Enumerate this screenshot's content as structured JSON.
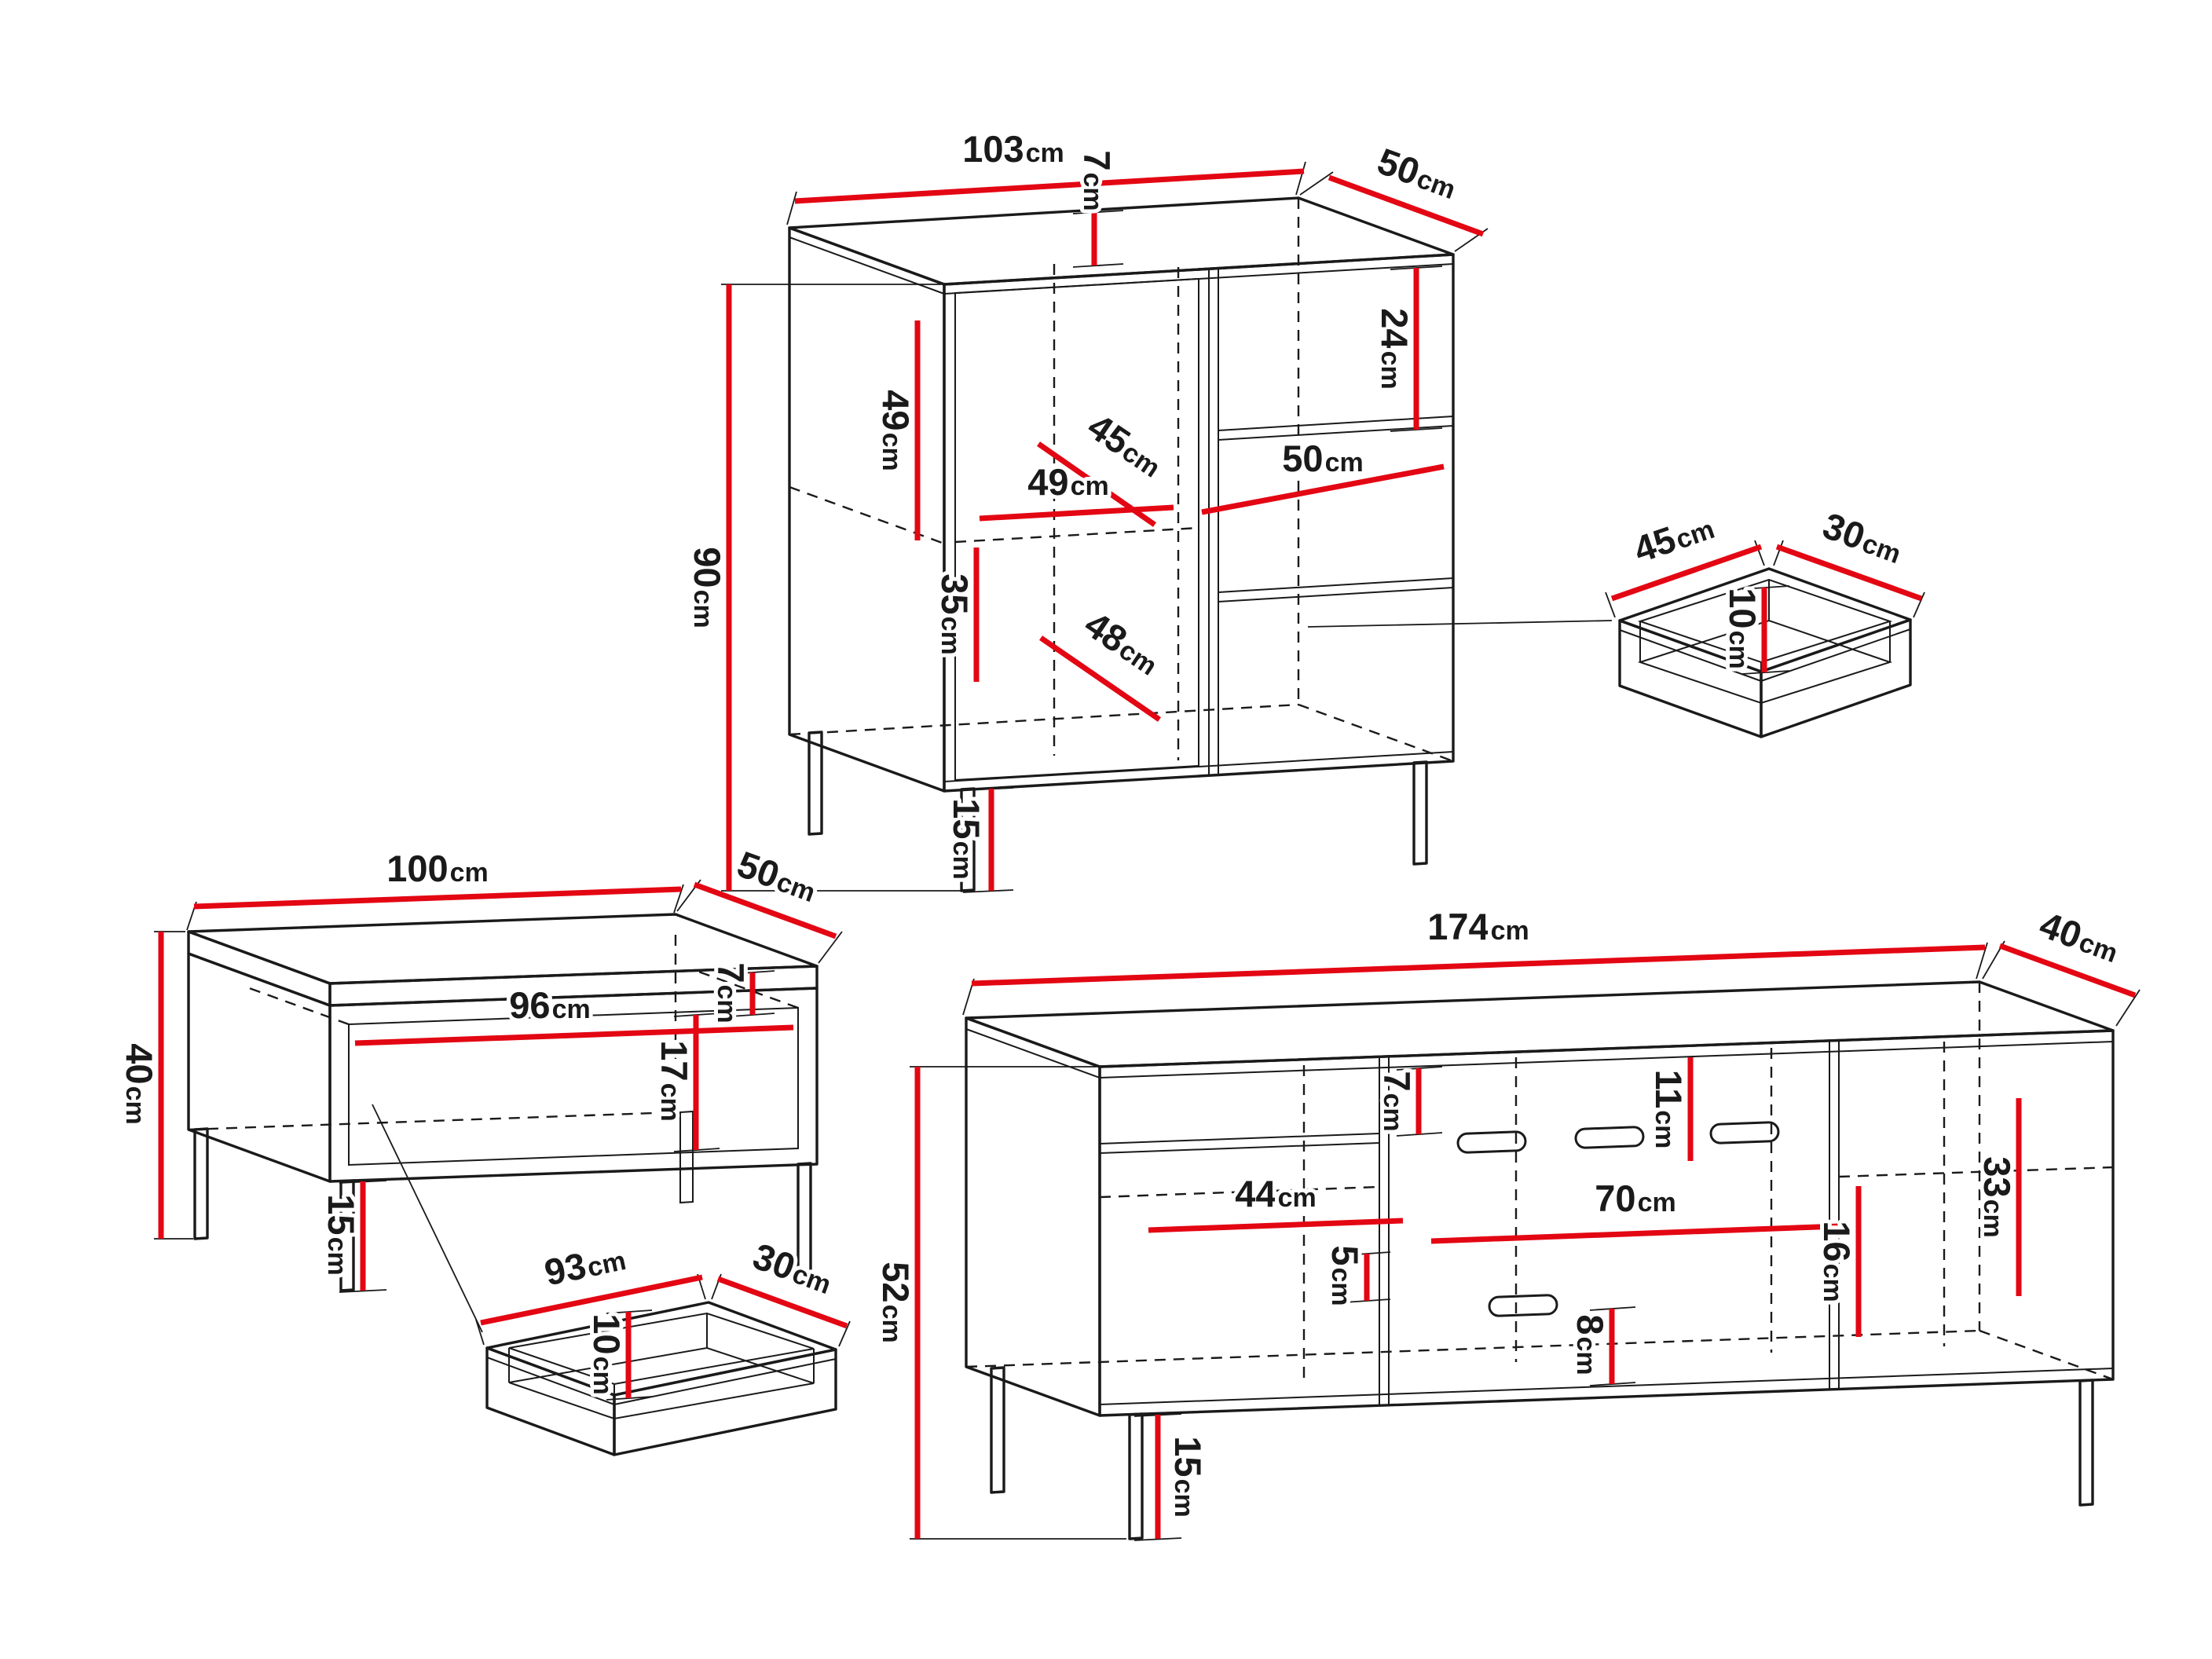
{
  "canvas": {
    "background": "#ffffff"
  },
  "colors": {
    "dimension_line": "#e30613",
    "outline": "#1a1a1a"
  },
  "pieces": {
    "sideboard": {
      "dims": {
        "width": {
          "v": "103",
          "u": "cm"
        },
        "depth": {
          "v": "50",
          "u": "cm"
        },
        "height": {
          "v": "90",
          "u": "cm"
        },
        "top_rail": {
          "v": "7",
          "u": "cm"
        },
        "upper_inner_height": {
          "v": "49",
          "u": "cm"
        },
        "drawer_front_height": {
          "v": "24",
          "u": "cm"
        },
        "upper_inner_depth": {
          "v": "45",
          "u": "cm"
        },
        "door_inner_width": {
          "v": "49",
          "u": "cm"
        },
        "drawer_inner_width": {
          "v": "50",
          "u": "cm"
        },
        "lower_inner_height": {
          "v": "35",
          "u": "cm"
        },
        "lower_inner_depth": {
          "v": "48",
          "u": "cm"
        },
        "leg_height": {
          "v": "15",
          "u": "cm"
        }
      }
    },
    "small_drawer": {
      "dims": {
        "width": {
          "v": "45",
          "u": "cm"
        },
        "depth": {
          "v": "30",
          "u": "cm"
        },
        "inner_height": {
          "v": "10",
          "u": "cm"
        }
      }
    },
    "coffee_table": {
      "dims": {
        "width": {
          "v": "100",
          "u": "cm"
        },
        "depth": {
          "v": "50",
          "u": "cm"
        },
        "height": {
          "v": "40",
          "u": "cm"
        },
        "inner_width": {
          "v": "96",
          "u": "cm"
        },
        "top_rail": {
          "v": "7",
          "u": "cm"
        },
        "shelf_inner_height": {
          "v": "17",
          "u": "cm"
        },
        "leg_height": {
          "v": "15",
          "u": "cm"
        }
      }
    },
    "large_drawer": {
      "dims": {
        "width": {
          "v": "93",
          "u": "cm"
        },
        "depth": {
          "v": "30",
          "u": "cm"
        },
        "inner_height": {
          "v": "10",
          "u": "cm"
        }
      }
    },
    "tv_stand": {
      "dims": {
        "width": {
          "v": "174",
          "u": "cm"
        },
        "depth": {
          "v": "40",
          "u": "cm"
        },
        "height": {
          "v": "52",
          "u": "cm"
        },
        "left_inner_width": {
          "v": "44",
          "u": "cm"
        },
        "top_gap": {
          "v": "7",
          "u": "cm"
        },
        "niche_width": {
          "v": "70",
          "u": "cm"
        },
        "niche_top_gap": {
          "v": "11",
          "u": "cm"
        },
        "bottom_gap": {
          "v": "5",
          "u": "cm"
        },
        "niche_height": {
          "v": "16",
          "u": "cm"
        },
        "base_height": {
          "v": "8",
          "u": "cm"
        },
        "right_inner_height": {
          "v": "33",
          "u": "cm"
        },
        "leg_height": {
          "v": "15",
          "u": "cm"
        }
      }
    }
  }
}
